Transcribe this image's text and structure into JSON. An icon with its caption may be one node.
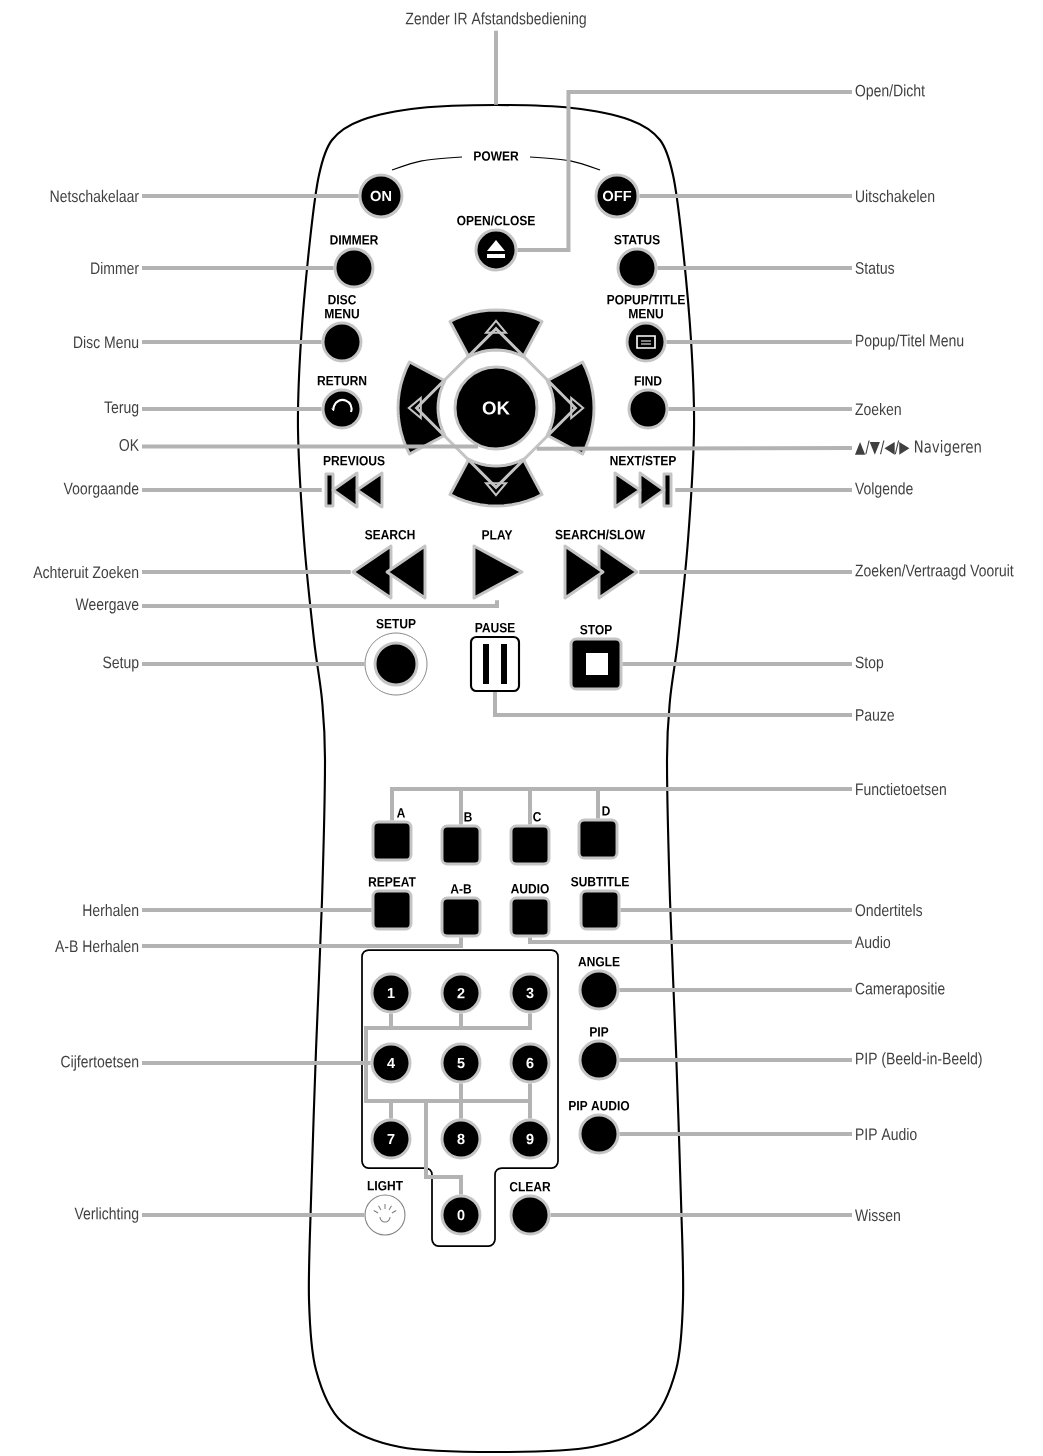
{
  "diagram": {
    "nodes": [
      {
        "text": [
          "Zender IR Afstandsbediening"
        ]
      },
      {
        "text": [],
        "shape": "remote"
      },
      {
        "text": [
          "ON"
        ],
        "in": 1
      },
      {
        "text": [
          "OFF"
        ],
        "in": 1
      },
      {
        "text": [
          "OPEN/CLOSE"
        ],
        "in": 1
      },
      {
        "text": [
          "DIMMER"
        ],
        "in": 1
      },
      {
        "text": [
          "STATUS"
        ],
        "in": 1
      },
      {
        "text": [
          "DISC MENU"
        ],
        "in": 1
      },
      {
        "text": [
          "POPUP/TITLE MENU"
        ],
        "in": 1
      },
      {
        "text": [],
        "shape": "diamond",
        "in": 1
      },
      {
        "text": [
          "OK"
        ],
        "in": 9
      },
      {
        "text": [
          "RETURN"
        ],
        "in": 1
      },
      {
        "text": [
          "FIND"
        ],
        "in": 1
      },
      {
        "text": [
          "PREVIOUS"
        ],
        "in": 1
      },
      {
        "text": [
          "NEXT/STEP"
        ],
        "in": 1
      },
      {
        "text": [
          "SEARCH"
        ],
        "in": 1
      },
      {
        "text": [
          "PLAY"
        ],
        "in": 1
      },
      {
        "text": [
          "SEARCH/SLOW"
        ],
        "in": 1
      },
      {
        "text": [
          "SETUP"
        ],
        "in": 1
      },
      {
        "text": [
          "PAUSE"
        ],
        "in": 1
      },
      {
        "text": [
          "STOP"
        ],
        "in": 1
      },
      {
        "text": [
          "A"
        ],
        "in": 1
      },
      {
        "text": [
          "B"
        ],
        "in": 1
      },
      {
        "text": [
          "C"
        ],
        "in": 1
      },
      {
        "text": [
          "D"
        ],
        "in": 1
      },
      {
        "text": [
          "REPEAT"
        ],
        "in": 1
      },
      {
        "text": [
          "A-B"
        ],
        "in": 1
      },
      {
        "text": [
          "AUDIO"
        ],
        "in": 1
      },
      {
        "text": [
          "SUBTITLE"
        ],
        "in": 1
      },
      {
        "text": [],
        "shape": "box",
        "in": 1
      },
      {
        "text": [
          "1"
        ],
        "in": 29
      },
      {
        "text": [
          "2"
        ],
        "in": 29
      },
      {
        "text": [
          "3"
        ],
        "in": 29
      },
      {
        "text": [
          "ANGLE"
        ],
        "in": 1
      },
      {
        "text": [
          "4"
        ],
        "in": 29
      },
      {
        "text": [
          "5"
        ],
        "in": 29
      },
      {
        "text": [
          "6"
        ],
        "in": 29
      },
      {
        "text": [
          "PIP"
        ],
        "in": 1
      },
      {
        "text": [
          "7"
        ],
        "in": 29
      },
      {
        "text": [
          "8"
        ],
        "in": 29
      },
      {
        "text": [
          "9"
        ],
        "in": 29
      },
      {
        "text": [
          "PIP AUDIO"
        ],
        "in": 1
      },
      {
        "text": [
          "LIGHT"
        ],
        "in": 1
      },
      {
        "text": [
          "0"
        ],
        "in": 29
      },
      {
        "text": [
          "CLEAR"
        ],
        "in": 1
      },
      {
        "text": [
          "Netschakelaar"
        ]
      },
      {
        "text": [
          "Dimmer"
        ]
      },
      {
        "text": [
          "Disc Menu"
        ]
      },
      {
        "text": [
          "Terug"
        ]
      },
      {
        "text": [
          "OK"
        ]
      },
      {
        "text": [
          "Voorgaande"
        ]
      },
      {
        "text": [
          "Achteruit Zoeken"
        ]
      },
      {
        "text": [
          "Weergave"
        ]
      },
      {
        "text": [
          "Setup"
        ]
      },
      {
        "text": [
          "Herhalen"
        ]
      },
      {
        "text": [
          "A-B Herhalen"
        ]
      },
      {
        "text": [
          "Cijfertoetsen"
        ]
      },
      {
        "text": [
          "Verlichting"
        ]
      },
      {
        "text": [
          "Open/Dicht"
        ]
      },
      {
        "text": [
          "Uitschakelen"
        ]
      },
      {
        "text": [
          "Status"
        ]
      },
      {
        "text": [
          "Popup/Titel Menu"
        ]
      },
      {
        "text": [
          "Zoeken"
        ]
      },
      {
        "text": [
          "▲/▼/◀/▶ Navigeren"
        ]
      },
      {
        "text": [
          "Volgende"
        ]
      },
      {
        "text": [
          "Zoeken/Vertraagd Vooruit"
        ]
      },
      {
        "text": [
          "Stop"
        ]
      },
      {
        "text": [
          "Pauze"
        ]
      },
      {
        "text": [
          "Functietoetsen"
        ]
      },
      {
        "text": [
          "Ondertitels"
        ]
      },
      {
        "text": [
          "Audio"
        ]
      },
      {
        "text": [
          "Camerapositie"
        ]
      },
      {
        "text": [
          "PIP (Beeld-in-Beeld)"
        ]
      },
      {
        "text": [
          "PIP Audio"
        ]
      },
      {
        "text": [
          "Wissen"
        ]
      }
    ],
    "edges": [
      {
        "from": 0,
        "to": 1,
        "arrow": "none"
      },
      {
        "from": 45,
        "to": 2,
        "arrow": "none"
      },
      {
        "from": 46,
        "to": 5,
        "arrow": "none"
      },
      {
        "from": 47,
        "to": 7,
        "arrow": "none"
      },
      {
        "from": 48,
        "to": 11,
        "arrow": "none"
      },
      {
        "from": 49,
        "to": 10,
        "arrow": "none"
      },
      {
        "from": 50,
        "to": 13,
        "arrow": "none"
      },
      {
        "from": 51,
        "to": 15,
        "arrow": "none"
      },
      {
        "from": 52,
        "to": 16,
        "arrow": "none"
      },
      {
        "from": 53,
        "to": 18,
        "arrow": "none"
      },
      {
        "from": 54,
        "to": 25,
        "arrow": "none"
      },
      {
        "from": 55,
        "to": 26,
        "arrow": "none"
      },
      {
        "from": 56,
        "to": 30,
        "arrow": "none"
      },
      {
        "from": 56,
        "to": 31,
        "arrow": "none"
      },
      {
        "from": 56,
        "to": 32,
        "arrow": "none"
      },
      {
        "from": 56,
        "to": 34,
        "arrow": "none"
      },
      {
        "from": 56,
        "to": 35,
        "arrow": "none"
      },
      {
        "from": 56,
        "to": 36,
        "arrow": "none"
      },
      {
        "from": 56,
        "to": 38,
        "arrow": "none"
      },
      {
        "from": 56,
        "to": 39,
        "arrow": "none"
      },
      {
        "from": 56,
        "to": 40,
        "arrow": "none"
      },
      {
        "from": 56,
        "to": 43,
        "arrow": "none"
      },
      {
        "from": 57,
        "to": 42,
        "arrow": "none"
      },
      {
        "from": 58,
        "to": 4,
        "arrow": "none"
      },
      {
        "from": 59,
        "to": 3,
        "arrow": "none"
      },
      {
        "from": 60,
        "to": 6,
        "arrow": "none"
      },
      {
        "from": 61,
        "to": 8,
        "arrow": "none"
      },
      {
        "from": 62,
        "to": 12,
        "arrow": "none"
      },
      {
        "from": 63,
        "to": 9,
        "arrow": "none"
      },
      {
        "from": 64,
        "to": 14,
        "arrow": "none"
      },
      {
        "from": 65,
        "to": 17,
        "arrow": "none"
      },
      {
        "from": 66,
        "to": 20,
        "arrow": "none"
      },
      {
        "from": 67,
        "to": 19,
        "arrow": "none"
      },
      {
        "from": 68,
        "to": 21,
        "arrow": "none"
      },
      {
        "from": 68,
        "to": 22,
        "arrow": "none"
      },
      {
        "from": 68,
        "to": 23,
        "arrow": "none"
      },
      {
        "from": 68,
        "to": 24,
        "arrow": "none"
      },
      {
        "from": 69,
        "to": 28,
        "arrow": "none"
      },
      {
        "from": 70,
        "to": 27,
        "arrow": "none"
      },
      {
        "from": 71,
        "to": 33,
        "arrow": "none"
      },
      {
        "from": 72,
        "to": 37,
        "arrow": "none"
      },
      {
        "from": 73,
        "to": 41,
        "arrow": "none"
      },
      {
        "from": 74,
        "to": 44,
        "arrow": "none"
      }
    ],
    "labels": [
      "POWER"
    ]
  }
}
